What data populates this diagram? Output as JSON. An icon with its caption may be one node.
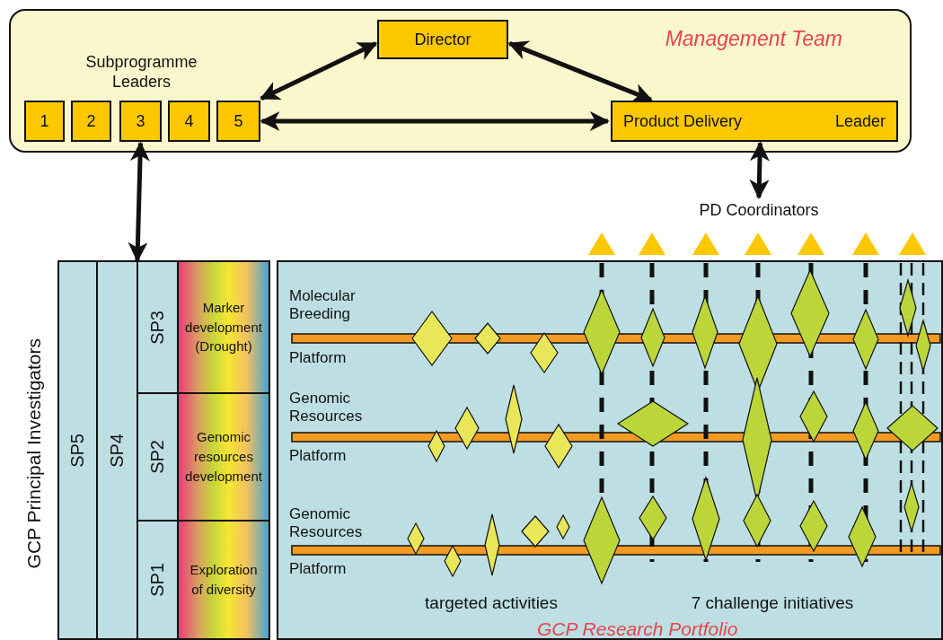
{
  "diagram": {
    "nodes": [
      {
        "text": [
          "Management Team"
        ]
      },
      {
        "text": [
          "1"
        ],
        "in": 0
      },
      {
        "text": [
          "2"
        ],
        "in": 0
      },
      {
        "text": [
          "3"
        ],
        "in": 0
      },
      {
        "text": [
          "4"
        ],
        "in": 0
      },
      {
        "text": [
          "5"
        ],
        "in": 0
      },
      {
        "text": [
          "Director"
        ],
        "in": 0
      },
      {
        "text": [
          "Product Delivery",
          "Leader"
        ],
        "in": 0
      },
      {
        "text": [
          "GCP Research Portfolio"
        ]
      },
      {
        "text": [
          "PD Coordinators"
        ]
      },
      {
        "text": [
          "SP5"
        ]
      },
      {
        "text": [
          "SP4"
        ]
      },
      {
        "text": [
          "SP3"
        ]
      },
      {
        "text": [
          "Marker development (Drought)"
        ]
      },
      {
        "text": [
          "SP2"
        ]
      },
      {
        "text": [
          "Genomic resources development"
        ]
      },
      {
        "text": [
          "SP1"
        ]
      },
      {
        "text": [
          "Exploration of diversity"
        ]
      }
    ],
    "edges": [
      {
        "from": 5,
        "to": 6,
        "arrow": "both"
      },
      {
        "from": 6,
        "to": 7,
        "arrow": "both"
      },
      {
        "from": 5,
        "to": 7,
        "arrow": "both"
      },
      {
        "from": 3,
        "to": 12,
        "arrow": "both"
      },
      {
        "from": 7,
        "to": 9,
        "arrow": "both"
      }
    ],
    "labels": [
      "Subprogramme Leaders",
      "GCP Principal Investigators",
      "Molecular Breeding",
      "Platform",
      "Genomic Resources",
      "Platform",
      "Genomic Resources",
      "Platform",
      "targeted activities",
      "7 challenge initiatives"
    ]
  }
}
